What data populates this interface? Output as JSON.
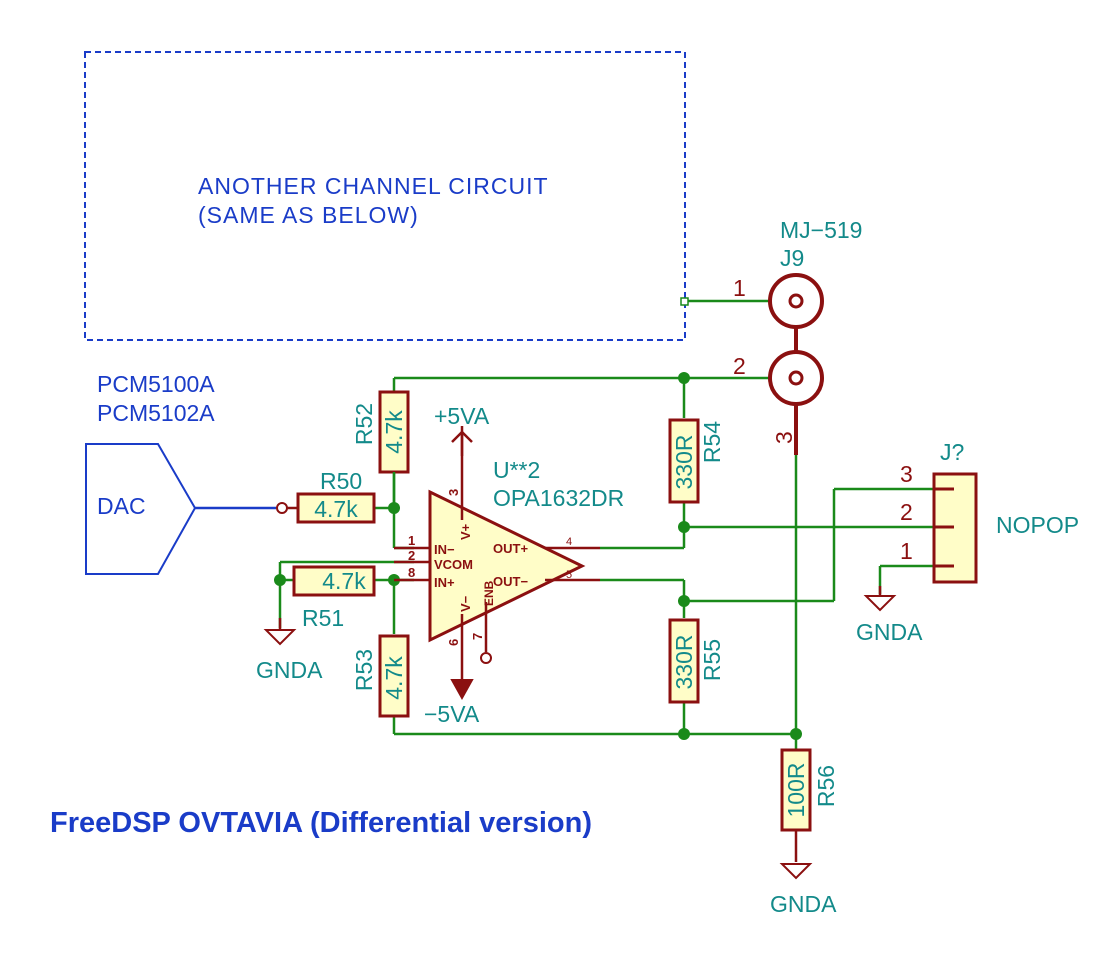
{
  "schematic": {
    "title": "FreeDSP OVTAVIA (Differential version)",
    "note_line1": "ANOTHER CHANNEL CIRCUIT",
    "note_line2": "(SAME AS BELOW)",
    "dac": {
      "label": "DAC",
      "part1": "PCM5100A",
      "part2": "PCM5102A"
    },
    "opamp": {
      "ref": "U**2",
      "value": "OPA1632DR",
      "pin_in_minus": "IN−",
      "pin_vcom": "VCOM",
      "pin_in_plus": "IN+",
      "pin_out_plus": "OUT+",
      "pin_out_minus": "OUT−",
      "pin_vplus": "V+",
      "pin_vminus": "V−",
      "pin_enb": "ENB",
      "num_1": "1",
      "num_2": "2",
      "num_8": "8",
      "num_3": "3",
      "num_4": "4",
      "num_5": "5",
      "num_6": "6",
      "num_7": "7"
    },
    "power": {
      "pos": "+5VA",
      "neg": "−5VA",
      "gnd": "GNDA"
    },
    "resistors": {
      "r50": {
        "ref": "R50",
        "value": "4.7k"
      },
      "r51": {
        "ref": "R51",
        "value": "4.7k"
      },
      "r52": {
        "ref": "R52",
        "value": "4.7k"
      },
      "r53": {
        "ref": "R53",
        "value": "4.7k"
      },
      "r54": {
        "ref": "R54",
        "value": "330R"
      },
      "r55": {
        "ref": "R55",
        "value": "330R"
      },
      "r56": {
        "ref": "R56",
        "value": "100R"
      }
    },
    "jack": {
      "model": "MJ−519",
      "ref": "J9",
      "pin1": "1",
      "pin2": "2",
      "pin3": "3"
    },
    "connector": {
      "ref": "J?",
      "value": "NOPOP",
      "pin1": "1",
      "pin2": "2",
      "pin3": "3"
    },
    "colors": {
      "wire": "#1a8a1a",
      "component": "#8b1010",
      "component_fill": "#fffdc8",
      "label_teal": "#138a8a",
      "pin_number": "#8b1010",
      "bus_blue": "#1a3cc8"
    }
  }
}
